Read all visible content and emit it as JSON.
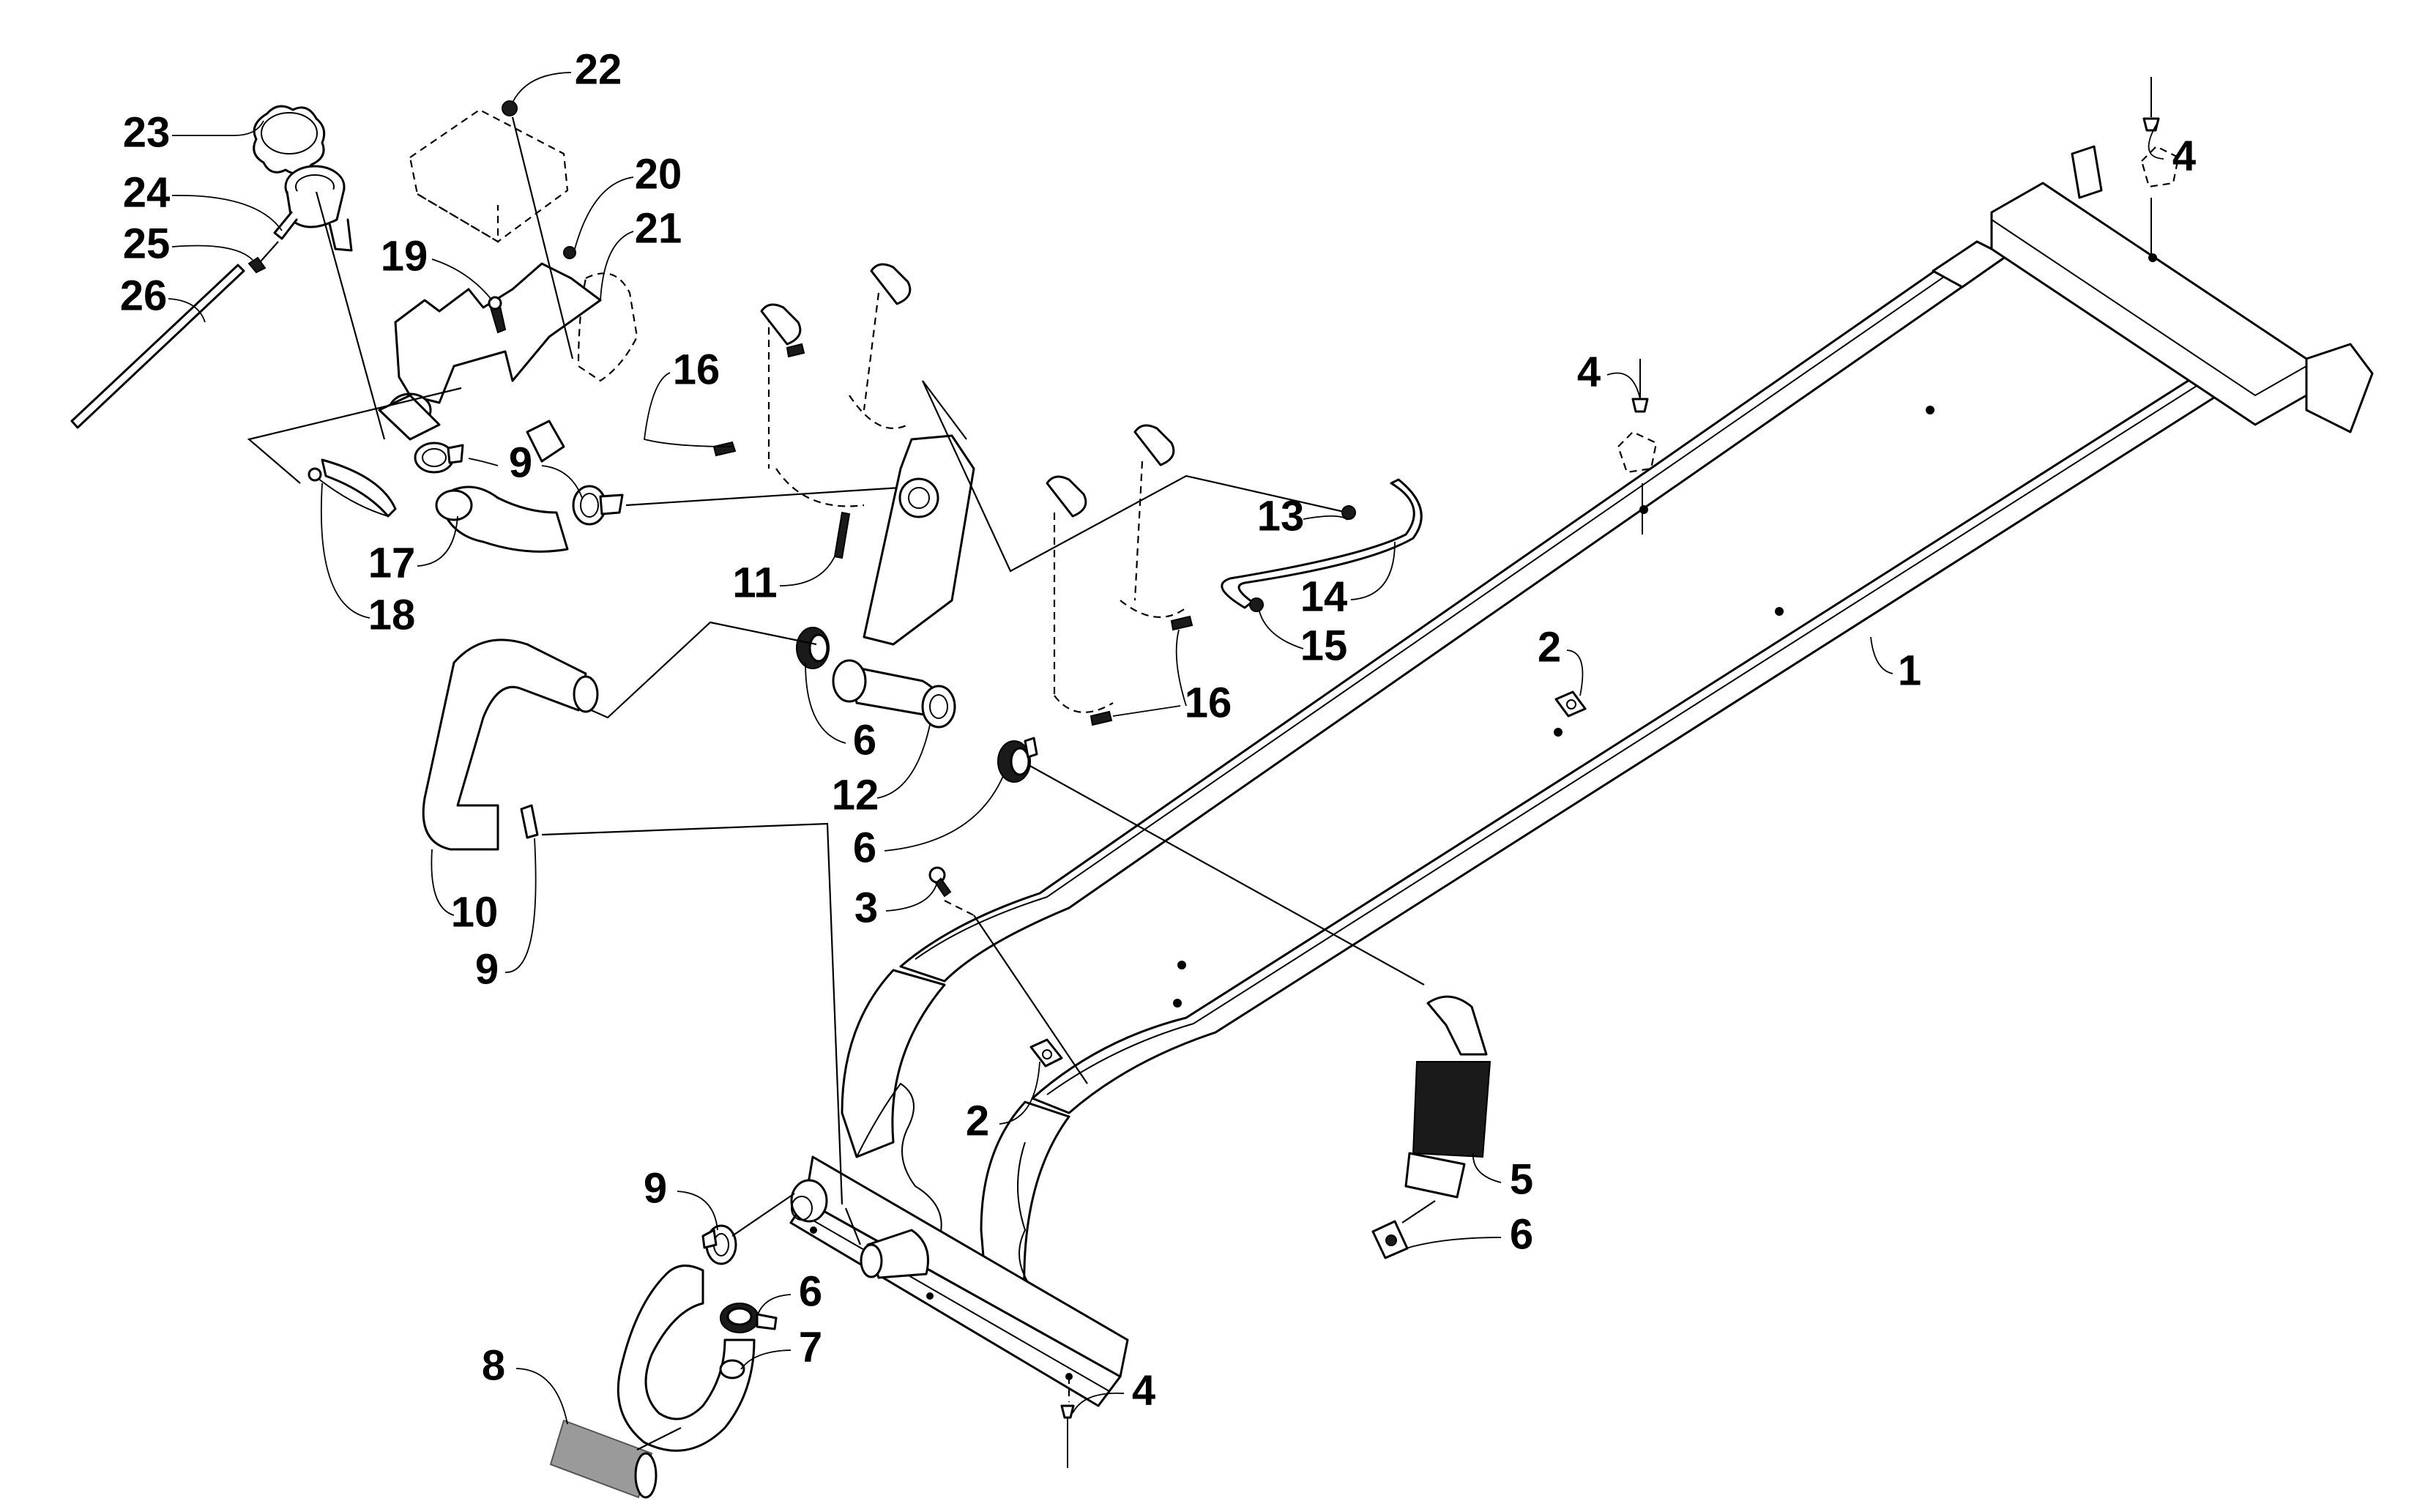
{
  "diagram": {
    "type": "exploded-parts-diagram",
    "ink_color": "#000000",
    "background_color": "#ffffff",
    "callouts": [
      {
        "id": "c1",
        "label": "1",
        "part": "tunnel-rail-assembly"
      },
      {
        "id": "c2a",
        "label": "2",
        "part": "speed-nut-upper"
      },
      {
        "id": "c2b",
        "label": "2",
        "part": "speed-nut-lower"
      },
      {
        "id": "c3",
        "label": "3",
        "part": "screw"
      },
      {
        "id": "c4a",
        "label": "4",
        "part": "rivet-top-right"
      },
      {
        "id": "c4b",
        "label": "4",
        "part": "rivet-middle"
      },
      {
        "id": "c4c",
        "label": "4",
        "part": "rivet-bottom"
      },
      {
        "id": "c5",
        "label": "5",
        "part": "bellows-hose"
      },
      {
        "id": "c6a",
        "label": "6",
        "part": "hose-clamp-upper"
      },
      {
        "id": "c6b",
        "label": "6",
        "part": "hose-clamp-middle"
      },
      {
        "id": "c6c",
        "label": "6",
        "part": "hose-clamp-right"
      },
      {
        "id": "c6d",
        "label": "6",
        "part": "hose-clamp-bottom"
      },
      {
        "id": "c7",
        "label": "7",
        "part": "hose-short"
      },
      {
        "id": "c8",
        "label": "8",
        "part": "corrugated-sleeve"
      },
      {
        "id": "c9a",
        "label": "9",
        "part": "spring-clamp-upper"
      },
      {
        "id": "c9b",
        "label": "9",
        "part": "spring-clamp-middle"
      },
      {
        "id": "c9c",
        "label": "9",
        "part": "spring-clamp-bottom"
      },
      {
        "id": "c10",
        "label": "10",
        "part": "coolant-hose-large"
      },
      {
        "id": "c11",
        "label": "11",
        "part": "screw-bracket"
      },
      {
        "id": "c12",
        "label": "12",
        "part": "thermostat-housing"
      },
      {
        "id": "c13",
        "label": "13",
        "part": "clamp-small-upper"
      },
      {
        "id": "c14",
        "label": "14",
        "part": "bleed-hose"
      },
      {
        "id": "c15",
        "label": "15",
        "part": "clamp-small-lower"
      },
      {
        "id": "c16a",
        "label": "16",
        "part": "screw-upper"
      },
      {
        "id": "c16b",
        "label": "16",
        "part": "screw-lower"
      },
      {
        "id": "c17",
        "label": "17",
        "part": "hose-elbow"
      },
      {
        "id": "c18",
        "label": "18",
        "part": "cable-tie"
      },
      {
        "id": "c19",
        "label": "19",
        "part": "bolt"
      },
      {
        "id": "c20",
        "label": "20",
        "part": "nut"
      },
      {
        "id": "c21",
        "label": "21",
        "part": "mounting-bracket"
      },
      {
        "id": "c22",
        "label": "22",
        "part": "nut-top"
      },
      {
        "id": "c23",
        "label": "23",
        "part": "filler-cap"
      },
      {
        "id": "c24",
        "label": "24",
        "part": "filler-neck"
      },
      {
        "id": "c25",
        "label": "25",
        "part": "clamp-tiny"
      },
      {
        "id": "c26",
        "label": "26",
        "part": "overflow-hose"
      }
    ]
  }
}
